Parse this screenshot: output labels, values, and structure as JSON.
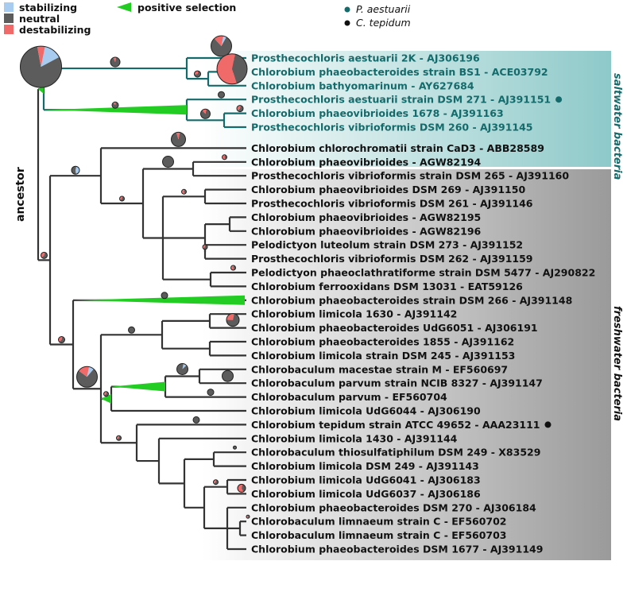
{
  "legend": {
    "stabilizing": "stabilizing",
    "neutral": "neutral",
    "destabilizing": "destabilizing",
    "positive_selection": "positive selection",
    "sp1": "P. aestuarii",
    "sp2": "C. tepidum"
  },
  "colors": {
    "stabilizing": "#a8ccf0",
    "neutral": "#5c5c5c",
    "destabilizing": "#f06a6a",
    "selection": "#22cc22",
    "saltwater": "#156b6b",
    "branch": "#333333"
  },
  "labels": {
    "saltwater": "saltwater bacteria",
    "freshwater": "freshwater bacteria",
    "root": "ancestor"
  },
  "leaves": [
    {
      "name": "Prosthecochloris aestuarii 2K - AJ306196",
      "group": "salt"
    },
    {
      "name": "Chlorobium phaeobacteroides strain BS1 - ACE03792",
      "group": "salt"
    },
    {
      "name": "Chlorobium bathyomarinum - AY627684",
      "group": "salt"
    },
    {
      "name": "Prosthecochloris aestuarii strain DSM 271 - AJ391151",
      "group": "salt",
      "marker": "sp1"
    },
    {
      "name": "Chlorobium phaeovibrioides 1678 - AJ391163",
      "group": "salt"
    },
    {
      "name": "Prosthecochloris vibrioformis DSM 260 - AJ391145",
      "group": "salt"
    },
    {
      "name": "Chlorobium chlorochromatii strain CaD3 - ABB28589",
      "group": "fresh"
    },
    {
      "name": "Chlorobium phaeovibrioides - AGW82194",
      "group": "fresh"
    },
    {
      "name": "Prosthecochloris vibrioformis strain DSM 265 - AJ391160",
      "group": "fresh"
    },
    {
      "name": "Chlorobium phaeovibrioides DSM 269 - AJ391150",
      "group": "fresh"
    },
    {
      "name": "Prosthecochloris vibrioformis DSM 261 - AJ391146",
      "group": "fresh"
    },
    {
      "name": "Chlorobium phaeovibrioides - AGW82195",
      "group": "fresh"
    },
    {
      "name": "Chlorobium phaeovibrioides - AGW82196",
      "group": "fresh"
    },
    {
      "name": "Pelodictyon luteolum strain DSM 273 - AJ391152",
      "group": "fresh"
    },
    {
      "name": "Prosthecochloris vibrioformis DSM 262 - AJ391159",
      "group": "fresh"
    },
    {
      "name": "Pelodictyon phaeoclathratiforme strain DSM 5477 - AJ290822",
      "group": "fresh"
    },
    {
      "name": "Chlorobium ferrooxidans DSM 13031 - EAT59126",
      "group": "fresh"
    },
    {
      "name": "Chlorobium phaeobacteroides strain DSM 266 - AJ391148",
      "group": "fresh"
    },
    {
      "name": "Chlorobium limicola 1630 - AJ391142",
      "group": "fresh"
    },
    {
      "name": "Chlorobium phaeobacteroides UdG6051 - AJ306191",
      "group": "fresh"
    },
    {
      "name": "Chlorobium phaeobacteroides 1855 - AJ391162",
      "group": "fresh"
    },
    {
      "name": "Chlorobium limicola strain DSM 245 - AJ391153",
      "group": "fresh"
    },
    {
      "name": "Chlorobaculum macestae strain M - EF560697",
      "group": "fresh"
    },
    {
      "name": "Chlorobaculum parvum strain NCIB 8327 - AJ391147",
      "group": "fresh"
    },
    {
      "name": "Chlorobaculum parvum - EF560704",
      "group": "fresh"
    },
    {
      "name": "Chlorobium limicola UdG6044 - AJ306190",
      "group": "fresh"
    },
    {
      "name": "Chlorobium tepidum strain ATCC 49652 - AAA23111",
      "group": "fresh",
      "marker": "sp2"
    },
    {
      "name": "Chlorobium limicola 1430 - AJ391144",
      "group": "fresh"
    },
    {
      "name": "Chlorobaculum thiosulfatiphilum DSM 249 - X83529",
      "group": "fresh"
    },
    {
      "name": "Chlorobium limicola DSM 249 - AJ391143",
      "group": "fresh"
    },
    {
      "name": "Chlorobium limicola UdG6041 - AJ306183",
      "group": "fresh"
    },
    {
      "name": "Chlorobium limicola UdG6037 - AJ306186",
      "group": "fresh"
    },
    {
      "name": "Chlorobium phaeobacteroides DSM 270 - AJ306184",
      "group": "fresh"
    },
    {
      "name": "Chlorobaculum limnaeum strain C - EF560702",
      "group": "fresh"
    },
    {
      "name": "Chlorobaculum limnaeum strain C - EF560703",
      "group": "fresh"
    },
    {
      "name": "Chlorobium phaeobacteroides DSM 1677 - AJ391149",
      "group": "fresh"
    }
  ],
  "tree": [
    "root",
    [
      "salt",
      [
        "s1",
        [
          "L",
          0
        ],
        [
          "s1b",
          [
            "L",
            1
          ],
          [
            "L",
            2
          ]
        ]
      ],
      [
        "s2",
        [
          "L",
          3
        ],
        [
          "s2b",
          [
            "L",
            4
          ],
          [
            "L",
            5
          ]
        ]
      ]
    ],
    [
      "main",
      [
        "A",
        [
          "L",
          6
        ],
        [
          "A1",
          [
            "A1a",
            [
              "L",
              7
            ],
            [
              "L",
              8
            ]
          ],
          [
            "A1b",
            [
              "A1c",
              [
                "L",
                9
              ],
              [
                "L",
                10
              ]
            ],
            [
              "A1d",
              [
                "A1e",
                [
                  "L",
                  11
                ],
                [
                  "L",
                  12
                ]
              ],
              [
                "A1f",
                [
                  "L",
                  13
                ],
                [
                  "L",
                  14
                ]
              ]
            ],
            [
              "A1g",
              [
                "L",
                15
              ],
              [
                "L",
                16
              ]
            ]
          ]
        ]
      ],
      [
        "B",
        [
          "L",
          17
        ],
        [
          "B1",
          [
            "B2",
            [
              "B3",
              [
                "L",
                18
              ],
              [
                "L",
                19
              ]
            ],
            [
              "B4",
              [
                "L",
                20
              ],
              [
                "L",
                21
              ]
            ]
          ],
          [
            "B5",
            [
              "B6",
              [
                "B7",
                [
                  "L",
                  22
                ],
                [
                  "L",
                  23
                ]
              ],
              [
                "L",
                24
              ]
            ],
            [
              "L",
              25
            ]
          ],
          [
            "B8",
            [
              "L",
              26
            ],
            [
              "B9",
              [
                "L",
                27
              ],
              [
                "B10",
                [
                  "B11",
                  [
                    "L",
                    28
                  ],
                  [
                    "L",
                    29
                  ]
                ],
                [
                  "B12",
                  [
                    "B13",
                    [
                      "L",
                      30
                    ],
                    [
                      "L",
                      31
                    ]
                  ],
                  [
                    "B14",
                    [
                      "L",
                      32
                    ],
                    [
                      "B15",
                      [
                        "L",
                        33
                      ],
                      [
                        "L",
                        34
                      ]
                    ],
                    [
                      "L",
                      35
                    ]
                  ]
                ]
              ]
            ]
          ]
        ]
      ]
    ]
  ],
  "pies": [
    {
      "node": "salt",
      "r": 26,
      "stabilizing": 0.14,
      "neutral": 0.8,
      "destabilizing": 0.06
    },
    {
      "node": "s1",
      "r": 6,
      "stabilizing": 0.0,
      "neutral": 0.9,
      "destabilizing": 0.1
    },
    {
      "node": "L0",
      "r": 13,
      "stabilizing": 0.05,
      "neutral": 0.8,
      "destabilizing": 0.15
    },
    {
      "node": "L1",
      "r": 6,
      "stabilizing": 0.0,
      "neutral": 0.6,
      "destabilizing": 0.4
    },
    {
      "node": "s1b",
      "r": 4,
      "stabilizing": 0.0,
      "neutral": 0.7,
      "destabilizing": 0.3
    },
    {
      "node": "L2",
      "r": 19,
      "stabilizing": 0.0,
      "neutral": 0.42,
      "destabilizing": 0.58
    },
    {
      "node": "s2",
      "r": 4,
      "stabilizing": 0.0,
      "neutral": 0.85,
      "destabilizing": 0.15
    },
    {
      "node": "L3",
      "r": 4,
      "stabilizing": 0.0,
      "neutral": 1.0,
      "destabilizing": 0.0
    },
    {
      "node": "s2b",
      "r": 6,
      "stabilizing": 0.0,
      "neutral": 0.85,
      "destabilizing": 0.15
    },
    {
      "node": "L4",
      "r": 4,
      "stabilizing": 0.0,
      "neutral": 0.6,
      "destabilizing": 0.4
    },
    {
      "node": "main",
      "r": 4,
      "stabilizing": 0.0,
      "neutral": 0.6,
      "destabilizing": 0.4
    },
    {
      "node": "A",
      "r": 5,
      "stabilizing": 0.45,
      "neutral": 0.55,
      "destabilizing": 0.0
    },
    {
      "node": "L6",
      "r": 9,
      "stabilizing": 0.0,
      "neutral": 0.92,
      "destabilizing": 0.08
    },
    {
      "node": "A1a",
      "r": 7,
      "stabilizing": 0.0,
      "neutral": 1.0,
      "destabilizing": 0.0
    },
    {
      "node": "L7",
      "r": 3,
      "stabilizing": 0.0,
      "neutral": 0.4,
      "destabilizing": 0.6
    },
    {
      "node": "A1",
      "r": 3,
      "stabilizing": 0.0,
      "neutral": 0.6,
      "destabilizing": 0.4
    },
    {
      "node": "A1c",
      "r": 3,
      "stabilizing": 0.0,
      "neutral": 0.4,
      "destabilizing": 0.6
    },
    {
      "node": "A1f",
      "r": 3,
      "stabilizing": 0.0,
      "neutral": 0.6,
      "destabilizing": 0.4
    },
    {
      "node": "L15",
      "r": 3,
      "stabilizing": 0.0,
      "neutral": 0.4,
      "destabilizing": 0.6
    },
    {
      "node": "B",
      "r": 4,
      "stabilizing": 0.0,
      "neutral": 0.6,
      "destabilizing": 0.4
    },
    {
      "node": "L17",
      "r": 4,
      "stabilizing": 0.0,
      "neutral": 1.0,
      "destabilizing": 0.0
    },
    {
      "node": "B2",
      "r": 4,
      "stabilizing": 0.0,
      "neutral": 1.0,
      "destabilizing": 0.0
    },
    {
      "node": "L19",
      "r": 8,
      "stabilizing": 0.0,
      "neutral": 0.72,
      "destabilizing": 0.28
    },
    {
      "node": "B1",
      "r": 13,
      "stabilizing": 0.08,
      "neutral": 0.74,
      "destabilizing": 0.18
    },
    {
      "node": "B5",
      "r": 3,
      "stabilizing": 0.0,
      "neutral": 0.6,
      "destabilizing": 0.4
    },
    {
      "node": "B7",
      "r": 7,
      "stabilizing": 0.1,
      "neutral": 0.9,
      "destabilizing": 0.0
    },
    {
      "node": "L23",
      "r": 7,
      "stabilizing": 0.0,
      "neutral": 1.0,
      "destabilizing": 0.0
    },
    {
      "node": "L24",
      "r": 4,
      "stabilizing": 0.0,
      "neutral": 1.0,
      "destabilizing": 0.0
    },
    {
      "node": "B8",
      "r": 3,
      "stabilizing": 0.0,
      "neutral": 0.6,
      "destabilizing": 0.4
    },
    {
      "node": "L26",
      "r": 4,
      "stabilizing": 0.0,
      "neutral": 1.0,
      "destabilizing": 0.0
    },
    {
      "node": "L28",
      "r": 2,
      "stabilizing": 0.0,
      "neutral": 1.0,
      "destabilizing": 0.0
    },
    {
      "node": "B13",
      "r": 3,
      "stabilizing": 0.0,
      "neutral": 0.6,
      "destabilizing": 0.4
    },
    {
      "node": "L31",
      "r": 5,
      "stabilizing": 0.0,
      "neutral": 0.4,
      "destabilizing": 0.6
    },
    {
      "node": "L33",
      "r": 2,
      "stabilizing": 0.0,
      "neutral": 0.4,
      "destabilizing": 0.6
    }
  ],
  "selection": [
    "salt",
    "s2",
    "A1f",
    "L17",
    "B5",
    "B6"
  ]
}
